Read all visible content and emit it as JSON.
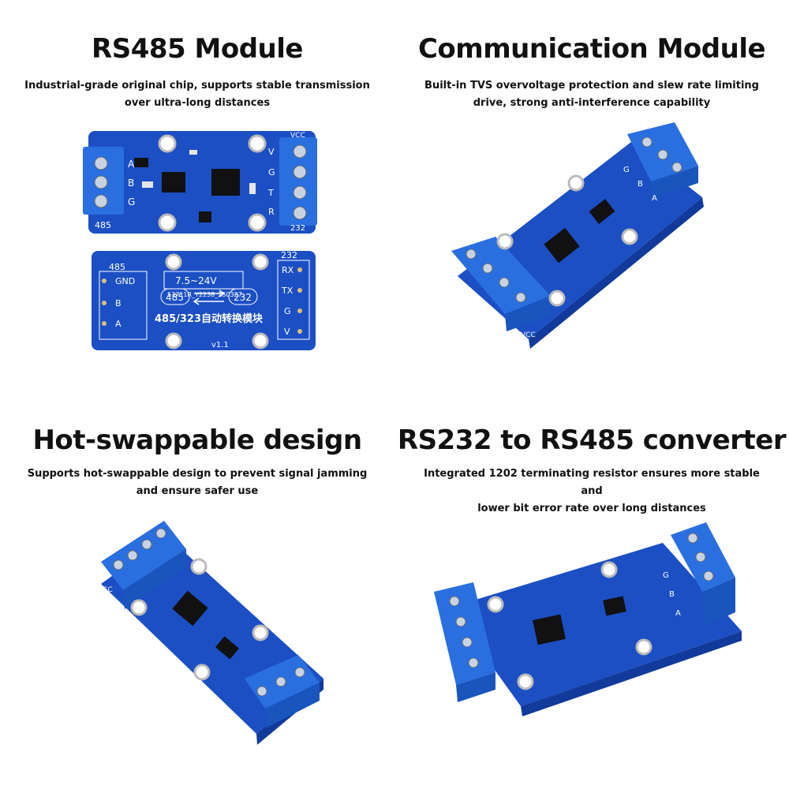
{
  "panels": [
    {
      "title": "RS485 Module",
      "description_line1": "Industrial-grade original chip, supports stable transmission",
      "description_line2": "over ultra-long distances"
    },
    {
      "title": "Communication Module",
      "description_line1": "Built-in TVS overvoltage protection and slew rate limiting",
      "description_line2": "drive, strong anti-interference capability"
    },
    {
      "title": "Hot-swappable design",
      "description_line1": "Supports hot-swappable design to prevent signal jamming",
      "description_line2": "and ensure safer use"
    },
    {
      "title": "RS232 to RS485 converter",
      "description_line1": "Integrated 1202 terminating resistor ensures more stable and",
      "description_line2": "lower bit error rate over long distances"
    }
  ],
  "board_front": {
    "left_header": "485",
    "right_header": "232",
    "left_pins": [
      "A",
      "B",
      "G"
    ],
    "right_pins": [
      "V",
      "G",
      "T",
      "R"
    ],
    "vcc": "VCC"
  },
  "board_back": {
    "left_header": "485",
    "right_header": "232",
    "left_pins": [
      "GND",
      "B",
      "A"
    ],
    "right_pins": [
      "RX",
      "TX",
      "G",
      "V"
    ],
    "voltage": "7.5~24V",
    "serial": "53711R_Y2238_250327",
    "badge_left": "485",
    "badge_right": "232",
    "board_name": "485/323自动转换模块",
    "version": "v1.1"
  },
  "colors": {
    "pcb": "#1c4fc4",
    "pcb_dark": "#123a9a",
    "terminal": "#2a6fe0",
    "silkscreen": "#ffffff"
  }
}
